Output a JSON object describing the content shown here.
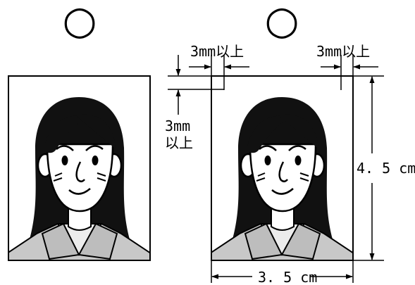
{
  "marks": [
    "○",
    "○"
  ],
  "dimensions": {
    "margin_left": "3mm以上",
    "margin_right": "3mm以上",
    "margin_top_line1": "3mm",
    "margin_top_line2": "以上",
    "height": "4. 5 cm",
    "width": "3. 5 cm"
  },
  "colors": {
    "line": "#000000",
    "hair": "#111111",
    "skin": "#ffffff",
    "jacket": "#c8c8c8",
    "shirt": "#ececec"
  }
}
